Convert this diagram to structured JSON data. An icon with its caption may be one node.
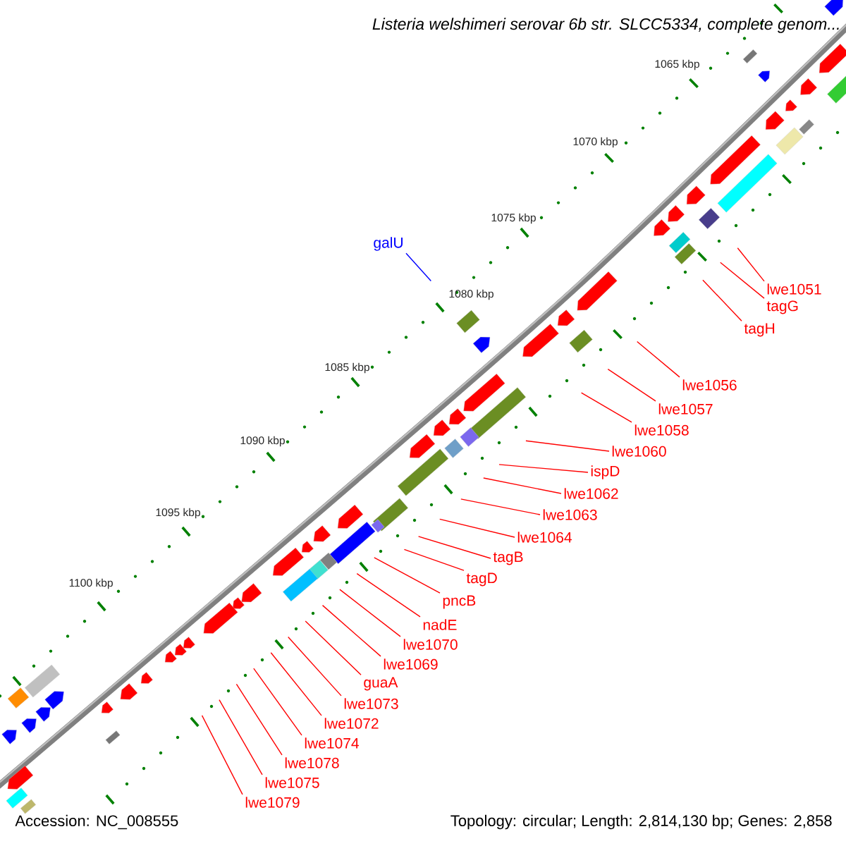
{
  "diagram": {
    "title": "*Listeria welshimeri* serovar 6b str. SLCC5334, complete genom...",
    "nodes": [
      {
        "text": [
          "galU"
        ]
      },
      {
        "text": [
          "lwe1051"
        ]
      },
      {
        "text": [
          "tagG"
        ]
      },
      {
        "text": [
          "tagH"
        ]
      },
      {
        "text": [
          "lwe1056"
        ]
      },
      {
        "text": [
          "lwe1057"
        ]
      },
      {
        "text": [
          "lwe1058"
        ]
      },
      {
        "text": [
          "lwe1060"
        ]
      },
      {
        "text": [
          "ispD"
        ]
      },
      {
        "text": [
          "lwe1062"
        ]
      },
      {
        "text": [
          "lwe1063"
        ]
      },
      {
        "text": [
          "lwe1064"
        ]
      },
      {
        "text": [
          "tagB"
        ]
      },
      {
        "text": [
          "tagD"
        ]
      },
      {
        "text": [
          "pncB"
        ]
      },
      {
        "text": [
          "lwe1070"
        ]
      },
      {
        "text": [
          "nadE"
        ]
      },
      {
        "text": [
          "lwe1069"
        ]
      },
      {
        "text": [
          "guaA"
        ]
      },
      {
        "text": [
          "lwe1073"
        ]
      },
      {
        "text": [
          "lwe1072"
        ]
      },
      {
        "text": [
          "lwe1074"
        ]
      },
      {
        "text": [
          "lwe1078"
        ]
      },
      {
        "text": [
          "lwe1075"
        ]
      },
      {
        "text": [
          "lwe1079"
        ]
      }
    ],
    "edges": [
      {
        "from": 0,
        "to": null,
        "arrow": "none",
        "color": "#0000ff"
      },
      {
        "from": 1,
        "to": null,
        "arrow": "none"
      },
      {
        "from": 2,
        "to": null,
        "arrow": "none"
      },
      {
        "from": 3,
        "to": null,
        "arrow": "none"
      },
      {
        "from": 4,
        "to": null,
        "arrow": "none"
      },
      {
        "from": 5,
        "to": null,
        "arrow": "none"
      },
      {
        "from": 6,
        "to": null,
        "arrow": "none"
      },
      {
        "from": 7,
        "to": null,
        "arrow": "none"
      },
      {
        "from": 8,
        "to": null,
        "arrow": "none"
      },
      {
        "from": 9,
        "to": null,
        "arrow": "none"
      },
      {
        "from": 10,
        "to": null,
        "arrow": "none"
      },
      {
        "from": 11,
        "to": null,
        "arrow": "none"
      },
      {
        "from": 12,
        "to": null,
        "arrow": "none"
      },
      {
        "from": 13,
        "to": null,
        "arrow": "none"
      },
      {
        "from": 14,
        "to": null,
        "arrow": "none"
      },
      {
        "from": 15,
        "to": null,
        "arrow": "none"
      },
      {
        "from": 16,
        "to": null,
        "arrow": "none"
      },
      {
        "from": 17,
        "to": null,
        "arrow": "none"
      },
      {
        "from": 18,
        "to": null,
        "arrow": "none"
      },
      {
        "from": 19,
        "to": null,
        "arrow": "none"
      },
      {
        "from": 20,
        "to": null,
        "arrow": "none"
      },
      {
        "from": 21,
        "to": null,
        "arrow": "none"
      },
      {
        "from": 22,
        "to": null,
        "arrow": "none"
      },
      {
        "from": 23,
        "to": null,
        "arrow": "none"
      },
      {
        "from": 24,
        "to": null,
        "arrow": "none"
      }
    ],
    "labels": [
      "1065 kbp",
      "1070 kbp",
      "1075 kbp",
      "1080 kbp",
      "1085 kbp",
      "1090 kbp",
      "1095 kbp",
      "1100 kbp",
      "Accession: NC_008555",
      "Topology: circular; Length: 2,814,130 bp; Genes: 2,858"
    ]
  }
}
